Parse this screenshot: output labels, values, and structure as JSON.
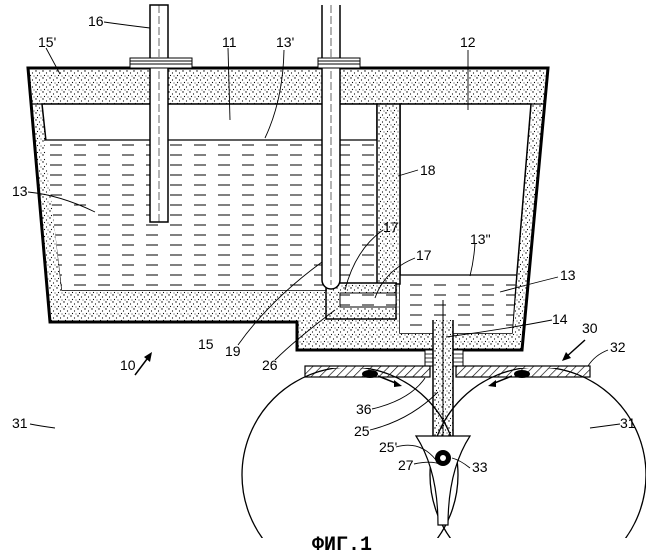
{
  "figure": {
    "caption": "ФИГ.1",
    "labels": {
      "l16": "16",
      "l15p": "15'",
      "l11": "11",
      "l13p": "13'",
      "l12": "12",
      "l13a": "13",
      "l18": "18",
      "l17p": "17'",
      "l17": "17",
      "l13pp": "13\"",
      "l13b": "13",
      "l19": "19",
      "l26": "26",
      "l14": "14",
      "l30": "30",
      "l32": "32",
      "l10": "10",
      "l15": "15",
      "l36": "36",
      "l25": "25",
      "l25p": "25'",
      "l27": "27",
      "l33": "33",
      "l31a": "31",
      "l31b": "31"
    }
  }
}
